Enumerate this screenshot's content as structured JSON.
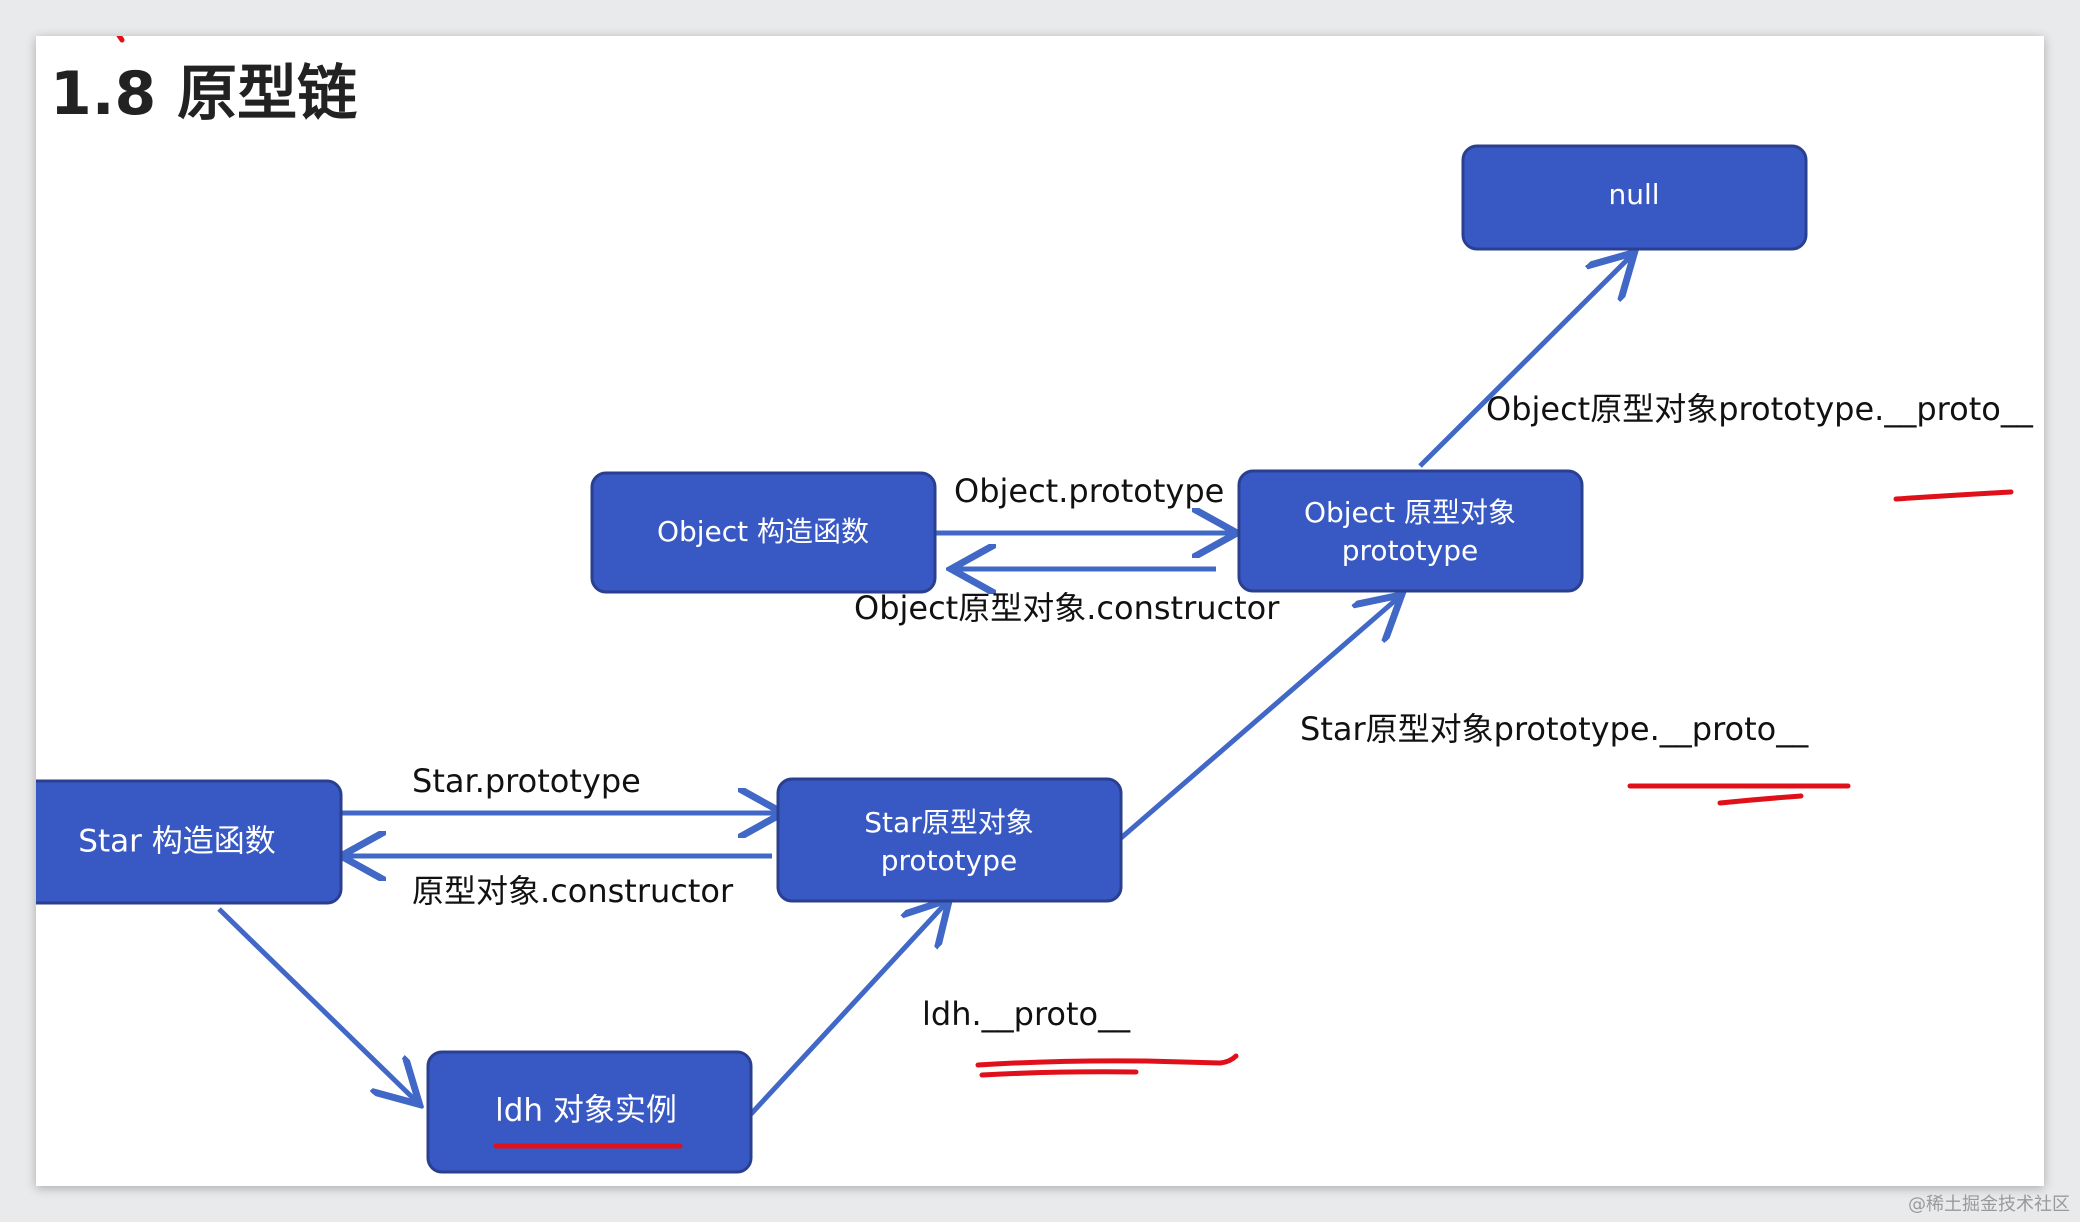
{
  "title": "1.8 原型链",
  "nodes": {
    "null": {
      "line1": "null"
    },
    "object_constructor": {
      "line1": "Object 构造函数"
    },
    "object_prototype": {
      "line1": "Object 原型对象",
      "line2": "prototype"
    },
    "star_constructor": {
      "line1": "Star 构造函数"
    },
    "star_prototype": {
      "line1": "Star原型对象",
      "line2": "prototype"
    },
    "ldh_instance": {
      "line1": "ldh 对象实例"
    }
  },
  "edges": {
    "object_prototype_label": "Object.prototype",
    "object_constructor_label": "Object原型对象.constructor",
    "object_proto_label": "Object原型对象prototype.__proto__",
    "star_proto_label": "Star原型对象prototype.__proto__",
    "star_prototype_label": "Star.prototype",
    "star_constructor_label": "原型对象.constructor",
    "ldh_proto_label": "ldh.__proto__"
  },
  "colors": {
    "node_fill": "#3858c4",
    "arrow": "#4168c6",
    "annotation": "#e0101a"
  },
  "watermark": "@稀土掘金技术社区"
}
